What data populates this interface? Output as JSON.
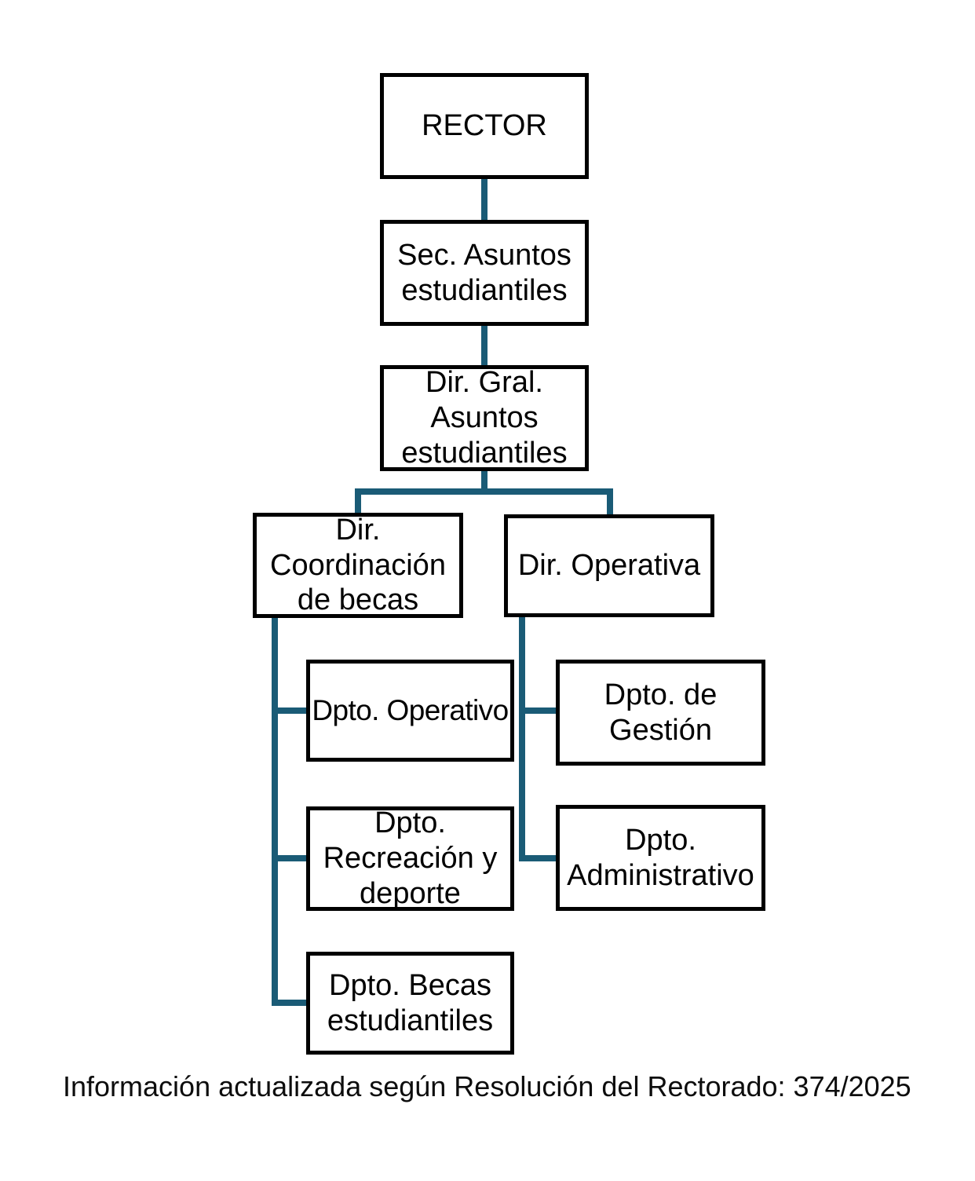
{
  "diagram": {
    "type": "organizational-chart",
    "title_text": "",
    "connector_color": "#1a5b76",
    "box_border_color": "#000000",
    "background_color": "#ffffff",
    "nodes": [
      {
        "id": "rector",
        "label": "RECTOR"
      },
      {
        "id": "sec-asuntos",
        "label": "Sec. Asuntos\nestudiantiles"
      },
      {
        "id": "dir-gral",
        "label": "Dir. Gral.\nAsuntos\nestudiantiles"
      },
      {
        "id": "dir-coordinacion",
        "label": "Dir.\nCoordinación\nde becas"
      },
      {
        "id": "dir-operativa",
        "label": "Dir. Operativa"
      },
      {
        "id": "dpto-operativo",
        "label": "Dpto. Operativo"
      },
      {
        "id": "dpto-gestion",
        "label": "Dpto. de\nGestión"
      },
      {
        "id": "dpto-recreacion",
        "label": "Dpto.\nRecreación y\ndeporte"
      },
      {
        "id": "dpto-administrativo",
        "label": "Dpto.\nAdministrativo"
      },
      {
        "id": "dpto-becas",
        "label": "Dpto. Becas\nestudiantiles"
      }
    ],
    "edges": [
      {
        "from": "rector",
        "to": "sec-asuntos"
      },
      {
        "from": "sec-asuntos",
        "to": "dir-gral"
      },
      {
        "from": "dir-gral",
        "to": "dir-coordinacion"
      },
      {
        "from": "dir-gral",
        "to": "dir-operativa"
      },
      {
        "from": "dir-coordinacion",
        "to": "dpto-operativo"
      },
      {
        "from": "dir-coordinacion",
        "to": "dpto-recreacion"
      },
      {
        "from": "dir-coordinacion",
        "to": "dpto-becas"
      },
      {
        "from": "dir-operativa",
        "to": "dpto-gestion"
      },
      {
        "from": "dir-operativa",
        "to": "dpto-administrativo"
      }
    ]
  },
  "footer": {
    "note": "Información actualizada según Resolución del Rectorado: 374/2025"
  }
}
